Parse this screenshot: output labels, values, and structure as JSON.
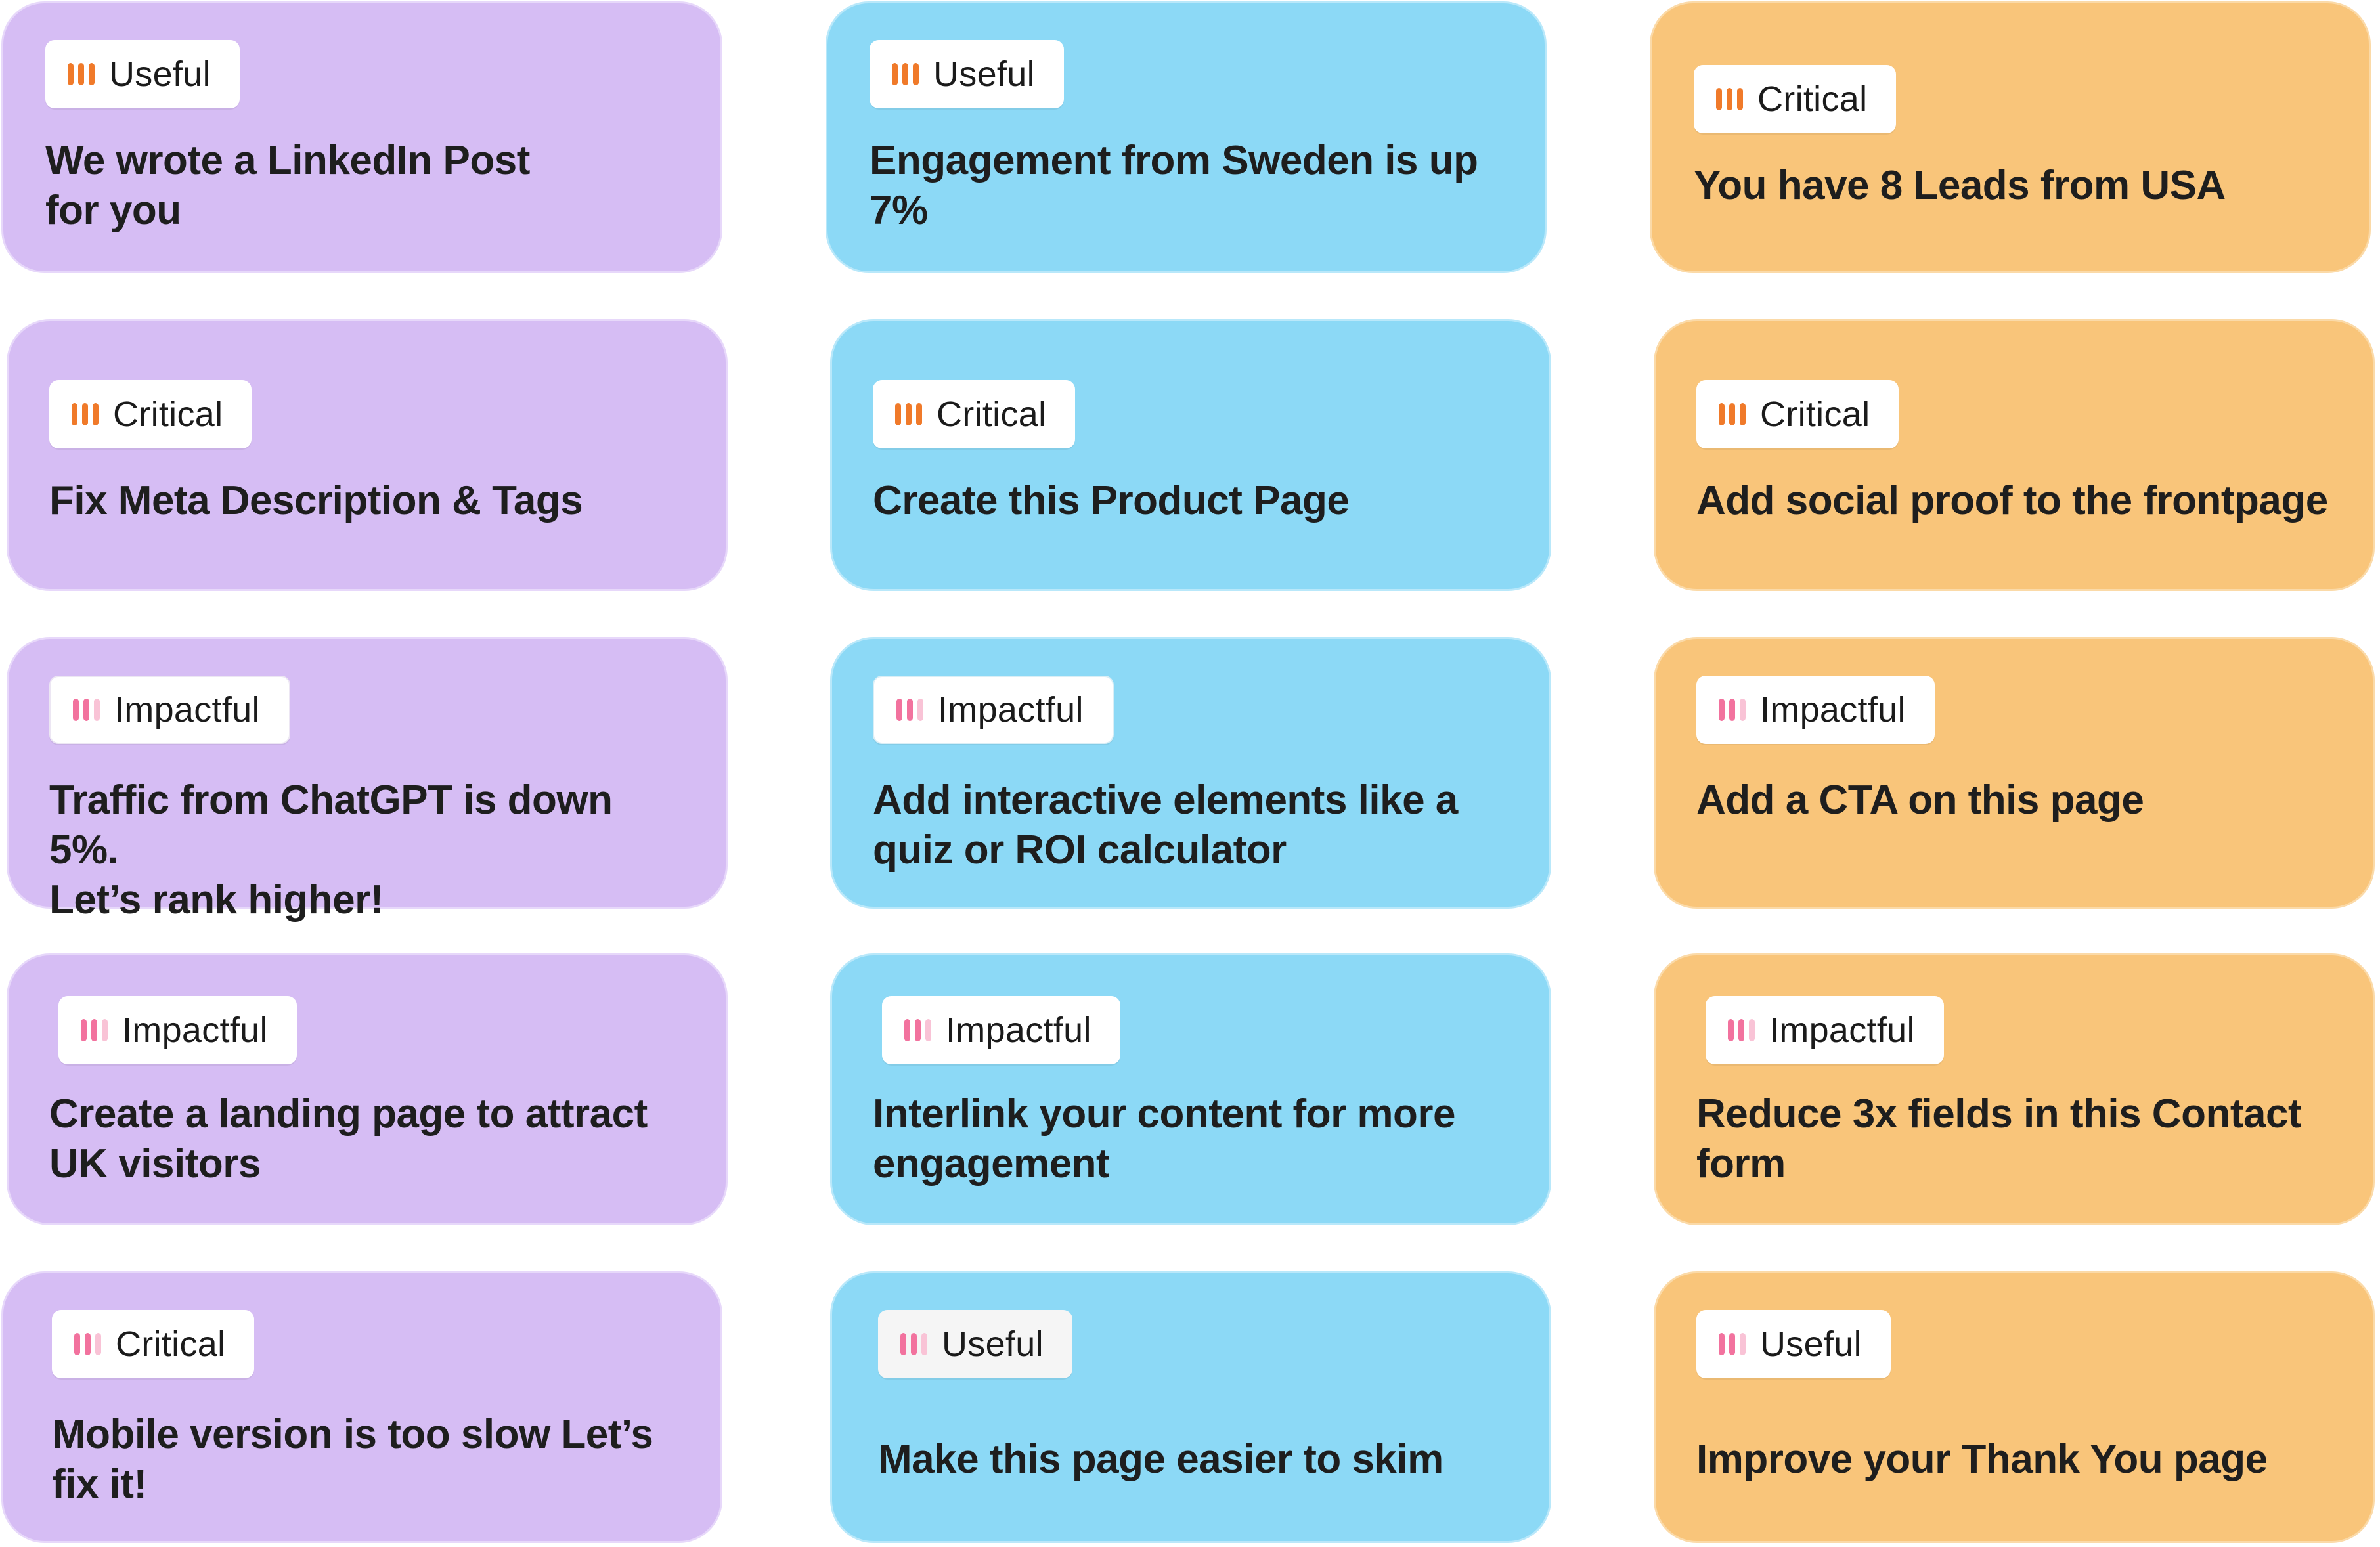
{
  "colors": {
    "purple": "#D6BDF4",
    "blue": "#8CD9F6",
    "orange": "#F9C57A",
    "bar_high": "#F07A2A",
    "bar_medium": "#F2729E",
    "bar_faint": "#F9C3D6"
  },
  "cards": [
    {
      "priority": "Useful",
      "title": "We wrote a LinkedIn Post\nfor you",
      "icon": "priority-bars-icon"
    },
    {
      "priority": "Useful",
      "title": "Engagement from Sweden is up\n7%",
      "icon": "priority-bars-icon"
    },
    {
      "priority": "Critical",
      "title": "You have 8 Leads from USA",
      "icon": "priority-bars-icon"
    },
    {
      "priority": "Critical",
      "title": "Fix Meta Description & Tags",
      "icon": "priority-bars-icon"
    },
    {
      "priority": "Critical",
      "title": "Create this Product Page",
      "icon": "priority-bars-icon"
    },
    {
      "priority": "Critical",
      "title": "Add social proof to the frontpage",
      "icon": "priority-bars-icon"
    },
    {
      "priority": "Impactful",
      "title": "Traffic from ChatGPT is down 5%.\nLet’s rank higher!",
      "icon": "priority-bars-icon"
    },
    {
      "priority": "Impactful",
      "title": "Add interactive elements like a\nquiz or ROI calculator",
      "icon": "priority-bars-icon"
    },
    {
      "priority": "Impactful",
      "title": "Add a CTA on this page",
      "icon": "priority-bars-icon"
    },
    {
      "priority": "Impactful",
      "title": "Create a landing page to attract\nUK visitors",
      "icon": "priority-bars-icon"
    },
    {
      "priority": "Impactful",
      "title": "Interlink your content for more\nengagement",
      "icon": "priority-bars-icon"
    },
    {
      "priority": "Impactful",
      "title": "Reduce 3x fields in this Contact\nform",
      "icon": "priority-bars-icon"
    },
    {
      "priority": "Critical",
      "title": "Mobile version is too slow Let’s\nfix it!",
      "icon": "priority-bars-icon"
    },
    {
      "priority": "Useful",
      "title": "Make this page easier to skim",
      "icon": "priority-bars-icon"
    },
    {
      "priority": "Useful",
      "title": "Improve your Thank You page",
      "icon": "priority-bars-icon"
    }
  ]
}
